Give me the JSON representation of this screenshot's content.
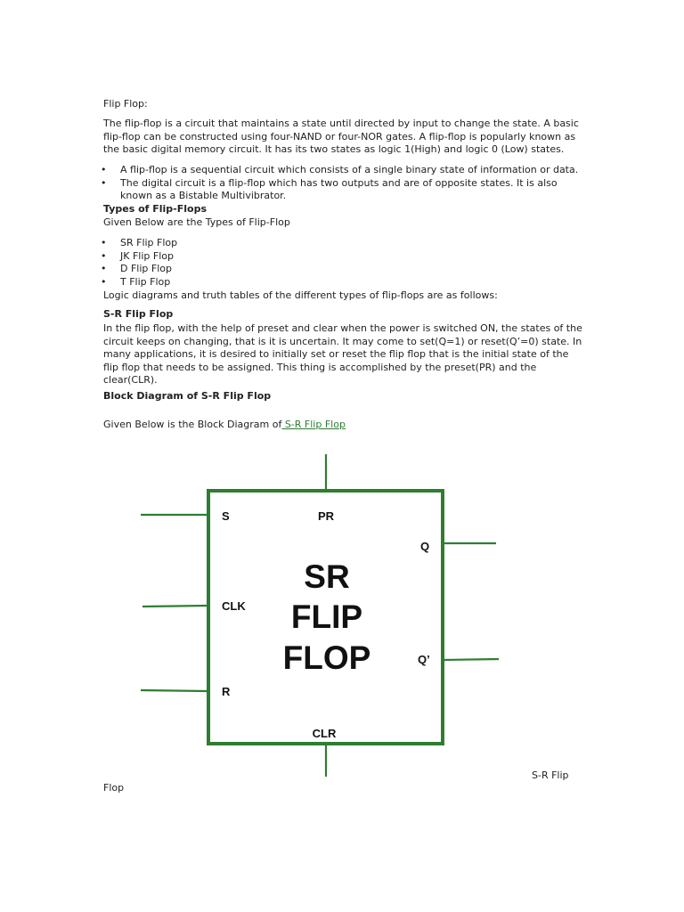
{
  "heading": "Flip Flop:",
  "intro": "The flip-flop is a circuit that maintains a state until directed by input to change the state. A basic flip-flop can be constructed using four-NAND or four-NOR gates. A flip-flop is popularly known as the basic digital memory circuit. It has its two states as logic 1(High) and logic 0 (Low) states.",
  "bullets": [
    "A flip-flop is a sequential circuit which consists of a single binary state of information or data.",
    "The digital circuit is a flip-flop which has two outputs and are of opposite states. It is also known as a Bistable Multivibrator."
  ],
  "types_heading": "Types of Flip-Flops",
  "types_intro": "Given Below are the Types of Flip-Flop",
  "types": [
    "SR Flip Flop",
    "JK Flip Flop",
    "D Flip Flop",
    "T Flip Flop"
  ],
  "logic_line": "Logic diagrams and truth tables of the different types of flip-flops are as follows:",
  "sr_heading": "S-R Flip Flop",
  "sr_text": "In the flip flop, with the help of preset and clear when the power is switched ON, the states of the circuit keeps on changing, that is it is uncertain. It may come to set(Q=1) or reset(Q’=0) state. In many applications, it is desired to initially set or reset the flip flop that is the initial state of the flip flop that needs to be assigned. This thing is accomplished by the preset(PR) and the clear(CLR).",
  "block_heading": "Block Diagram of S-R Flip Flop",
  "block_intro": "Given Below is the Block Diagram of",
  "block_link": " S-R Flip Flop",
  "diagram": {
    "labels": {
      "s": "S",
      "pr": "PR",
      "q": "Q",
      "clk": "CLK",
      "q_bar": "Q’",
      "r": "R",
      "clr": "CLR"
    },
    "title_lines": [
      "SR",
      "FLIP",
      "FLOP"
    ],
    "line_color": "#2e7d32"
  },
  "caption_part1": "S-R Flip",
  "caption_part2": "Flop"
}
